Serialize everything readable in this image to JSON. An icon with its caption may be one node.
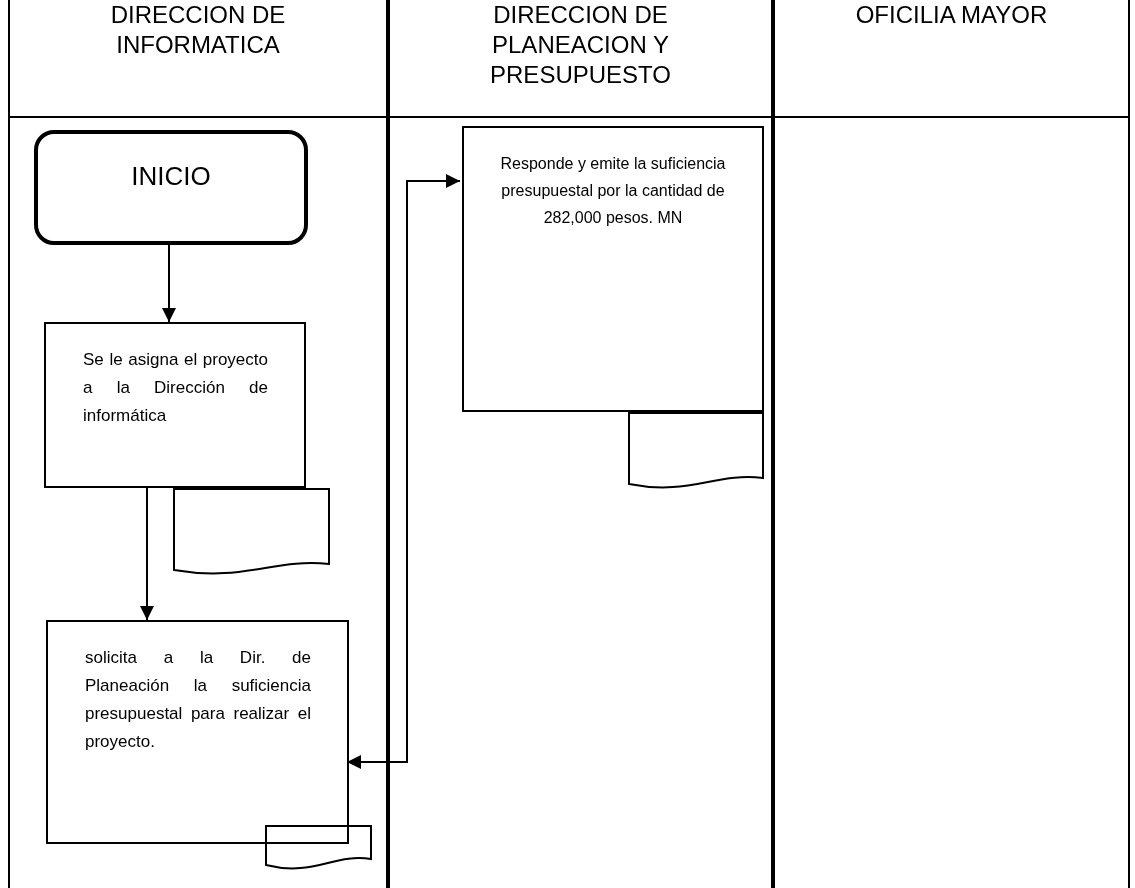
{
  "diagram": {
    "nodes": [
      {
        "text": [
          "DIRECCION DE INFORMATICA"
        ]
      },
      {
        "text": [
          "DIRECCION DE PLANEACION Y PRESUPUESTO"
        ]
      },
      {
        "text": [
          "OFICILIA MAYOR"
        ]
      },
      {
        "text": [
          "INICIO"
        ],
        "in": 0
      },
      {
        "text": [
          "Se le asigna el proyecto a la Dirección de informática"
        ],
        "in": 0
      },
      {
        "text": [],
        "shape": "document",
        "in": 0
      },
      {
        "text": [
          "solicita a la Dir. de Planeación la suficiencia presupuestal para realizar el proyecto."
        ],
        "in": 0
      },
      {
        "text": [],
        "shape": "document",
        "in": 0
      },
      {
        "text": [
          "Responde y emite la suficiencia presupuestal por la cantidad de 282,000 pesos. MN"
        ],
        "in": 1
      },
      {
        "text": [],
        "shape": "document",
        "in": 1
      }
    ],
    "edges": [
      {
        "from": 3,
        "to": 4,
        "arrow": "to"
      },
      {
        "from": 4,
        "to": 6,
        "arrow": "to"
      },
      {
        "from": 6,
        "to": 8,
        "arrow": "both"
      }
    ]
  }
}
